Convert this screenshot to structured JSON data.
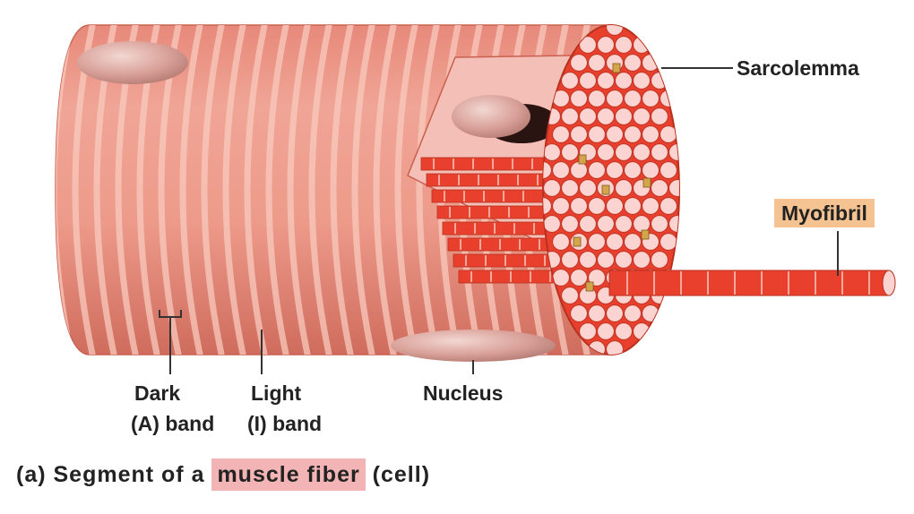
{
  "labels": {
    "sarcolemma": "Sarcolemma",
    "myofibril": "Myofibril",
    "dark_line1": "Dark",
    "dark_line2": "(A) band",
    "light_line1": "Light",
    "light_line2": "(I) band",
    "nucleus": "Nucleus"
  },
  "caption": {
    "prefix": "(a) Segment of a",
    "highlight": "muscle fiber",
    "suffix": "(cell)"
  },
  "colors": {
    "fiber_body": "#ee9a88",
    "fiber_dark": "#d96f5e",
    "light_band": "#f8c9bd",
    "myofibril_red": "#e8402c",
    "myofibril_face": "#fbd3d0",
    "nucleus": "#d9a29a",
    "myofibril_label_bg": "#f5c391",
    "caption_highlight": "#f2b4b4",
    "leader_line": "#333333"
  }
}
